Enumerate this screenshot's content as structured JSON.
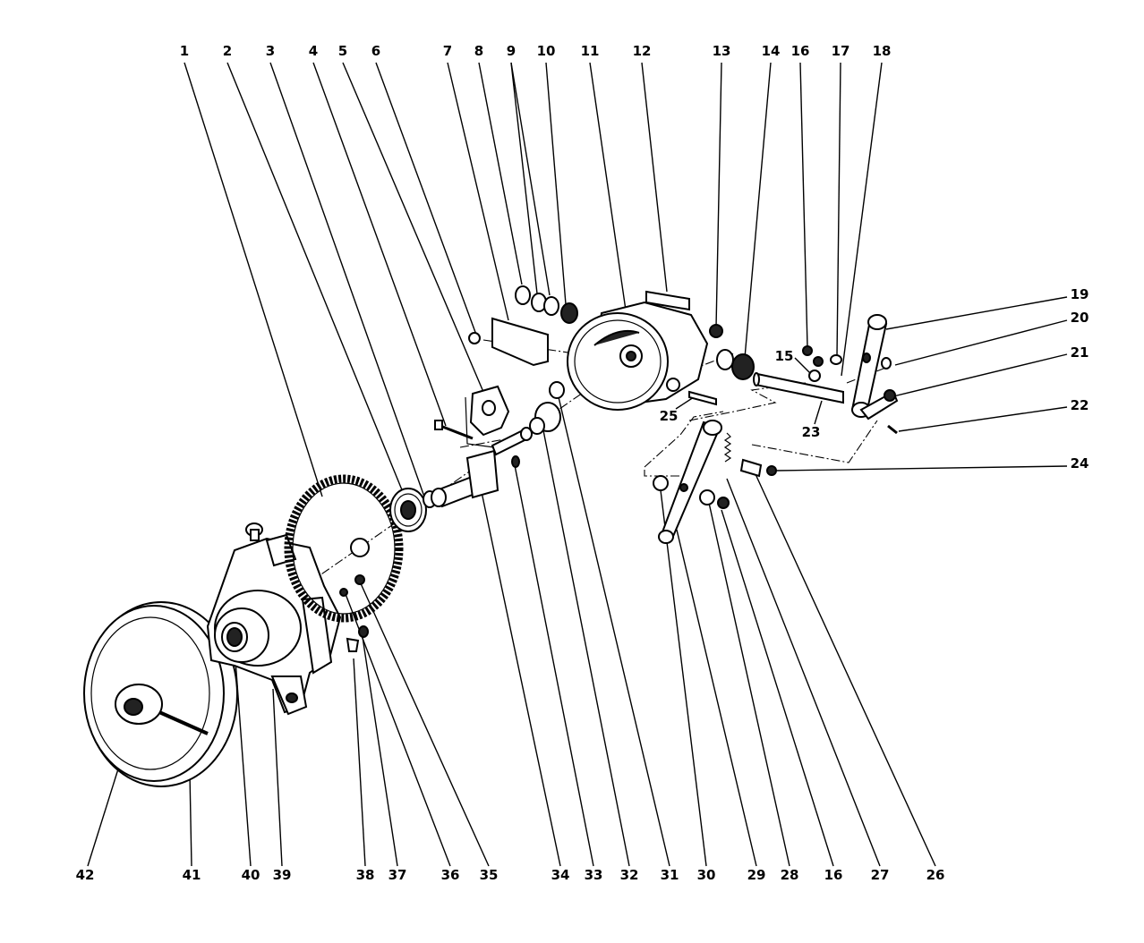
{
  "top_labels": [
    "1",
    "2",
    "3",
    "4",
    "5",
    "6",
    "7",
    "8",
    "9",
    "10",
    "11",
    "12",
    "13",
    "14",
    "16",
    "17",
    "18"
  ],
  "right_labels": [
    "19",
    "20",
    "21",
    "22",
    "24"
  ],
  "bottom_labels": [
    "42",
    "41",
    "40",
    "39",
    "38",
    "37",
    "36",
    "35",
    "34",
    "33",
    "32",
    "31",
    "30",
    "29",
    "28",
    "16",
    "27",
    "26"
  ],
  "inner_labels": [
    "15",
    "25",
    "23"
  ]
}
